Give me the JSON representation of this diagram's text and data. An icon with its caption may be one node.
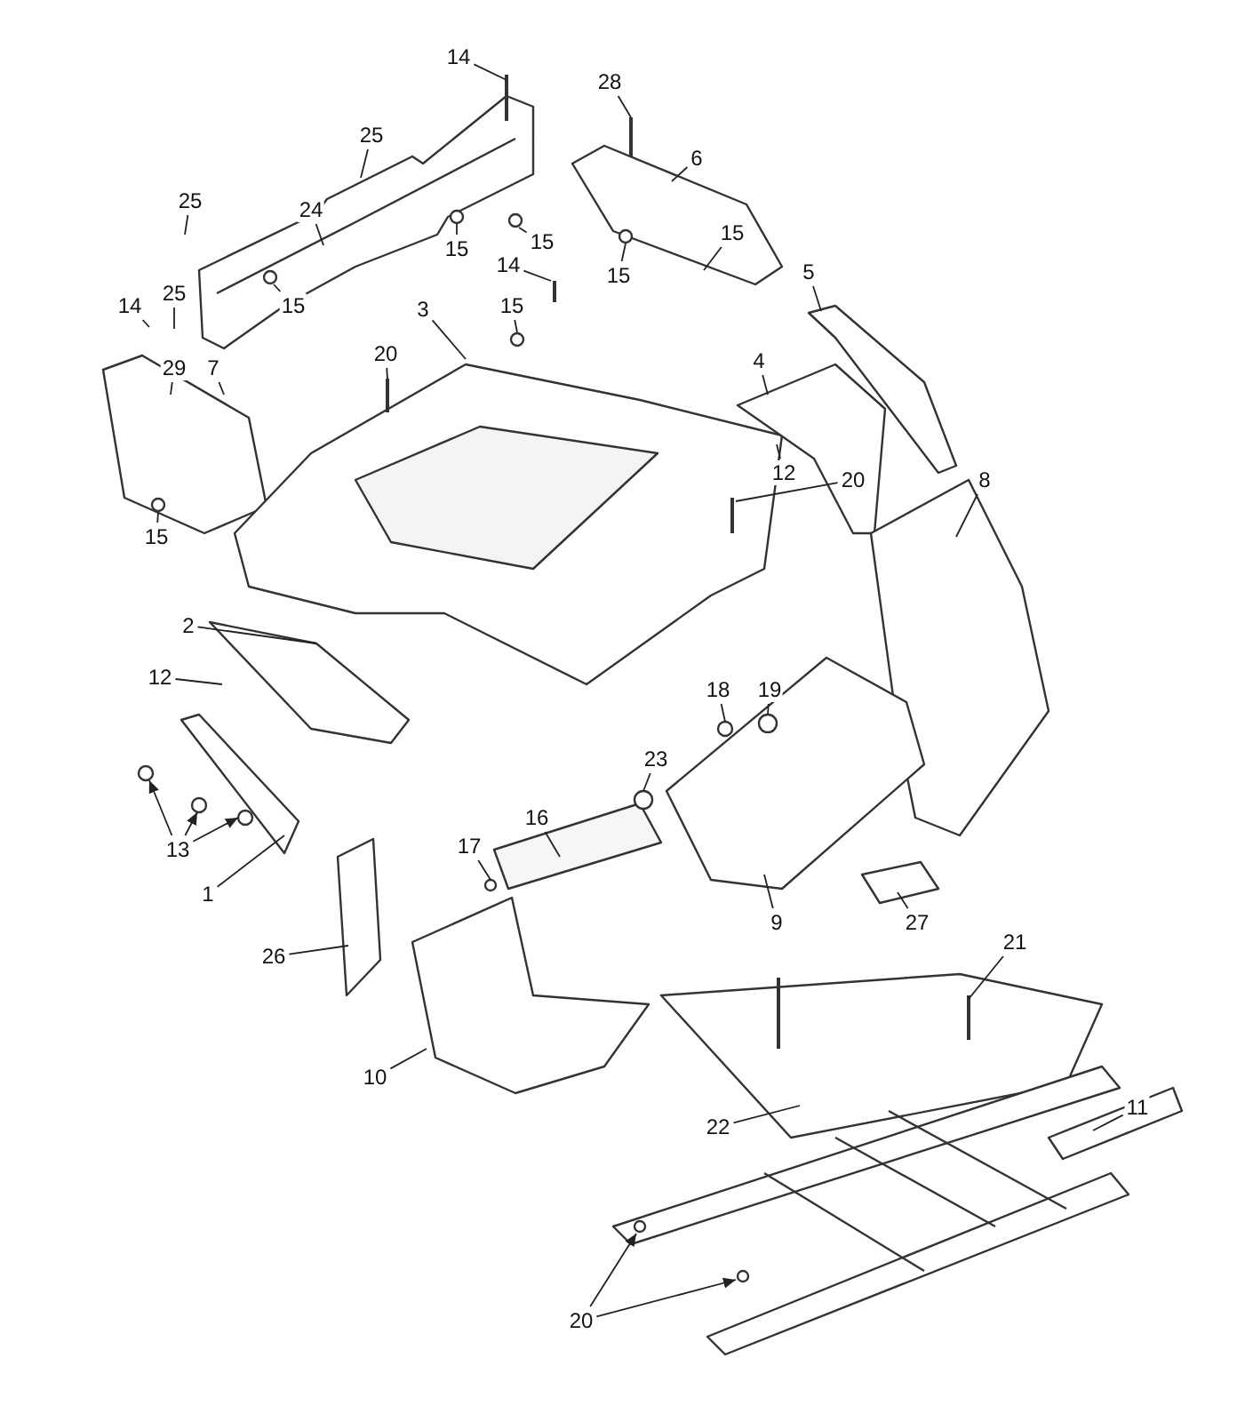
{
  "diagram": {
    "nodes": [
      {
        "text": [
          "14"
        ]
      },
      {
        "text": [
          "28"
        ]
      },
      {
        "text": [
          "25"
        ]
      },
      {
        "text": [
          "6"
        ]
      },
      {
        "text": [
          "25"
        ]
      },
      {
        "text": [
          "24"
        ]
      },
      {
        "text": [
          "15"
        ]
      },
      {
        "text": [
          "15"
        ]
      },
      {
        "text": [
          "15"
        ]
      },
      {
        "text": [
          "14"
        ]
      },
      {
        "text": [
          "15"
        ]
      },
      {
        "text": [
          "5"
        ]
      },
      {
        "text": [
          "25"
        ]
      },
      {
        "text": [
          "14"
        ]
      },
      {
        "text": [
          "15"
        ]
      },
      {
        "text": [
          "15"
        ]
      },
      {
        "text": [
          "3"
        ]
      },
      {
        "text": [
          "20"
        ]
      },
      {
        "text": [
          "4"
        ]
      },
      {
        "text": [
          "29"
        ]
      },
      {
        "text": [
          "7"
        ]
      },
      {
        "text": [
          "12"
        ]
      },
      {
        "text": [
          "20"
        ]
      },
      {
        "text": [
          "8"
        ]
      },
      {
        "text": [
          "15"
        ]
      },
      {
        "text": [
          "2"
        ]
      },
      {
        "text": [
          "12"
        ]
      },
      {
        "text": [
          "18"
        ]
      },
      {
        "text": [
          "19"
        ]
      },
      {
        "text": [
          "23"
        ]
      },
      {
        "text": [
          "16"
        ]
      },
      {
        "text": [
          "17"
        ]
      },
      {
        "text": [
          "13"
        ]
      },
      {
        "text": [
          "1"
        ]
      },
      {
        "text": [
          "9"
        ]
      },
      {
        "text": [
          "27"
        ]
      },
      {
        "text": [
          "21"
        ]
      },
      {
        "text": [
          "26"
        ]
      },
      {
        "text": [
          "10"
        ]
      },
      {
        "text": [
          "11"
        ]
      },
      {
        "text": [
          "22"
        ]
      },
      {
        "text": [
          "20"
        ]
      }
    ],
    "edges": [
      {
        "from": 0,
        "to": null,
        "arrow": "none"
      },
      {
        "from": 1,
        "to": null,
        "arrow": "none"
      },
      {
        "from": 2,
        "to": null,
        "arrow": "none"
      },
      {
        "from": 3,
        "to": null,
        "arrow": "none"
      },
      {
        "from": 4,
        "to": null,
        "arrow": "none"
      },
      {
        "from": 5,
        "to": null,
        "arrow": "none"
      },
      {
        "from": 6,
        "to": null,
        "arrow": "none"
      },
      {
        "from": 7,
        "to": null,
        "arrow": "none"
      },
      {
        "from": 8,
        "to": null,
        "arrow": "none"
      },
      {
        "from": 9,
        "to": null,
        "arrow": "none"
      },
      {
        "from": 10,
        "to": null,
        "arrow": "none"
      },
      {
        "from": 11,
        "to": null,
        "arrow": "none"
      },
      {
        "from": 12,
        "to": null,
        "arrow": "none"
      },
      {
        "from": 13,
        "to": null,
        "arrow": "none"
      },
      {
        "from": 14,
        "to": null,
        "arrow": "none"
      },
      {
        "from": 15,
        "to": null,
        "arrow": "none"
      },
      {
        "from": 16,
        "to": null,
        "arrow": "none"
      },
      {
        "from": 17,
        "to": null,
        "arrow": "none"
      },
      {
        "from": 18,
        "to": null,
        "arrow": "none"
      },
      {
        "from": 19,
        "to": null,
        "arrow": "none"
      },
      {
        "from": 20,
        "to": null,
        "arrow": "none"
      },
      {
        "from": 21,
        "to": null,
        "arrow": "none"
      },
      {
        "from": 22,
        "to": null,
        "arrow": "none"
      },
      {
        "from": 23,
        "to": null,
        "arrow": "none"
      },
      {
        "from": 24,
        "to": null,
        "arrow": "none"
      },
      {
        "from": 25,
        "to": null,
        "arrow": "none"
      },
      {
        "from": 26,
        "to": null,
        "arrow": "none"
      },
      {
        "from": 27,
        "to": null,
        "arrow": "none"
      },
      {
        "from": 28,
        "to": null,
        "arrow": "none"
      },
      {
        "from": 29,
        "to": null,
        "arrow": "none"
      },
      {
        "from": 30,
        "to": null,
        "arrow": "none"
      },
      {
        "from": 31,
        "to": null,
        "arrow": "none"
      },
      {
        "from": 32,
        "to": null,
        "arrow": "to"
      },
      {
        "from": 32,
        "to": null,
        "arrow": "to"
      },
      {
        "from": 32,
        "to": null,
        "arrow": "to"
      },
      {
        "from": 33,
        "to": null,
        "arrow": "none"
      },
      {
        "from": 34,
        "to": null,
        "arrow": "none"
      },
      {
        "from": 35,
        "to": null,
        "arrow": "none"
      },
      {
        "from": 36,
        "to": null,
        "arrow": "none"
      },
      {
        "from": 37,
        "to": null,
        "arrow": "none"
      },
      {
        "from": 38,
        "to": null,
        "arrow": "none"
      },
      {
        "from": 39,
        "to": null,
        "arrow": "none"
      },
      {
        "from": 40,
        "to": null,
        "arrow": "none"
      },
      {
        "from": 41,
        "to": null,
        "arrow": "to"
      },
      {
        "from": 41,
        "to": null,
        "arrow": "to"
      }
    ]
  }
}
